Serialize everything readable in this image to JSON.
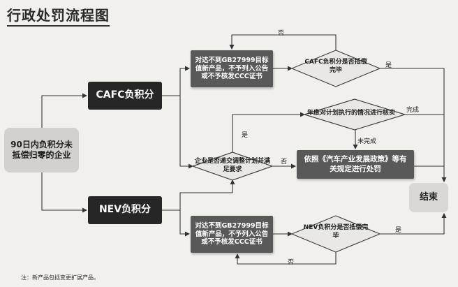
{
  "title": "行政处罚流程图",
  "nodes": {
    "start": "90日内负积分未抵偿归零的企业",
    "cafc": "CAFC负积分",
    "nev": "NEV负积分",
    "top_box": "对达不到GB27999目标值新产品，不予列入公告或不予核发CCC证书",
    "bottom_box": "对达不到GB27999目标值新产品，不予列入公告或不予核发CCC证书",
    "cafc_check": "CAFC负积分是否抵偿完毕",
    "nev_check": "NEV负积分是否抵偿完毕",
    "plan_check": "年度对计划执行的情况进行核实",
    "adjust_check": "企业是否递交调整计划并满足要求",
    "penalty": "依照《汽车产业发展政策》等有关规定进行处罚",
    "end": "结束"
  },
  "labels": {
    "no_top": "否",
    "yes_cafc": "是",
    "done": "完成",
    "not_done": "未完成",
    "yes_adjust": "是",
    "no_adjust": "否",
    "yes_nev": "是",
    "no_bottom": "否"
  },
  "note": "注：新产品包括变更扩展产品。"
}
